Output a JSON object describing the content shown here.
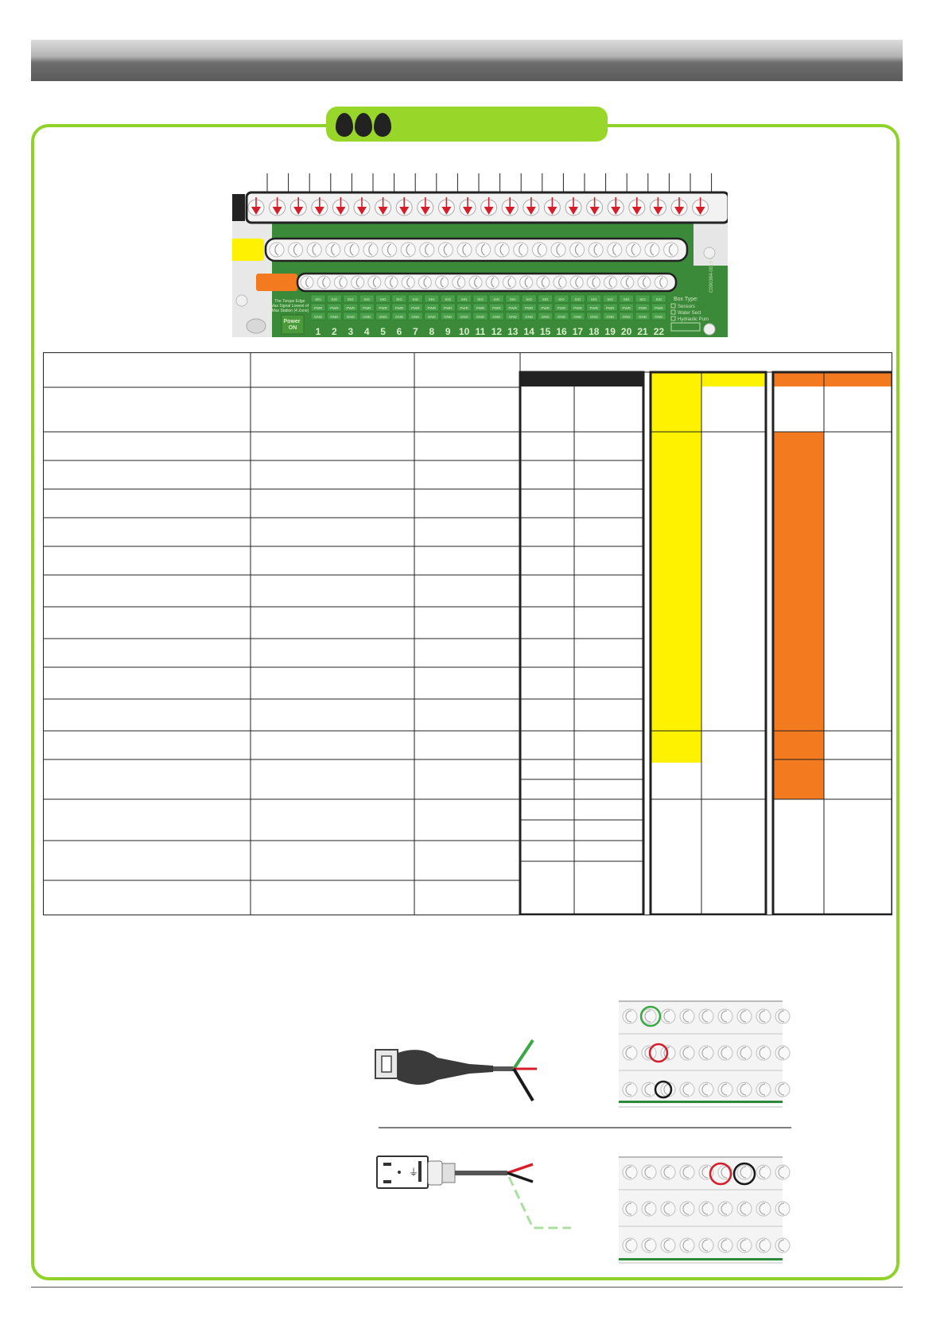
{
  "colors": {
    "header_gray": "#6e6e6e",
    "frame_green": "#8fd22a",
    "tab_green": "#99d62a",
    "board_green": "#3a8a3a",
    "row_black": "#222222",
    "row_yellow": "#fff200",
    "row_orange": "#f47a1f",
    "wire_red": "#d61e2a",
    "wire_green": "#3aa845",
    "wire_black": "#1a1a1a"
  },
  "board": {
    "label_text": "The Torque Edge\nMax Signal Lowest of\nMax Station (4 Zone)",
    "power_label": "Power\nON",
    "box_type": {
      "title": "Box Type:",
      "options": [
        "Sensors",
        "Water Sect",
        "Hydraulic Pum"
      ]
    },
    "terminal_labels": [
      "SIG",
      "PWR",
      "GND"
    ],
    "station_numbers": [
      "1",
      "2",
      "3",
      "4",
      "5",
      "6",
      "7",
      "8",
      "9",
      "10",
      "11",
      "12",
      "13",
      "14",
      "15",
      "16",
      "17",
      "18",
      "19",
      "20",
      "21",
      "22"
    ],
    "side_code": "C090384-0019 0"
  },
  "icons": {
    "arrow": "down-arrow-icon",
    "leaf": "leaf-icon",
    "terminal": "screw-terminal-icon"
  }
}
